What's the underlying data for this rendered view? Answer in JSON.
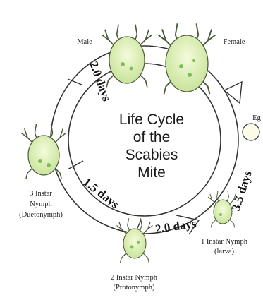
{
  "diagram": {
    "center_lines": [
      "Life Cycle",
      "of the",
      "Scabies",
      "Mite"
    ],
    "stages": {
      "male": "Male",
      "female": "Female",
      "egg": "Eg",
      "instar1_line1": "1   Instar Nymph",
      "instar1_line2": "(larva)",
      "instar2_line1": "2   Instar Nymph",
      "instar2_line2": "(Protonymph)",
      "instar3_line1": "3   Instar",
      "instar3_line2": "Nymph",
      "instar3_line3": "(Duetonymph)"
    },
    "durations": {
      "egg_to_larva": "3.5 days",
      "larva_to_protonymph": "2.0 days",
      "protonymph_to_deutonymph": "1.5 days",
      "deutonymph_to_adult": "2.0 days"
    },
    "colors": {
      "ring_fill": "#ffffff",
      "ring_stroke": "#333333",
      "mite_body": "#dcefb0",
      "mite_stroke": "#4a5a3a",
      "mite_spot": "#7fbf5a",
      "egg_fill": "#fbfbe8"
    }
  }
}
